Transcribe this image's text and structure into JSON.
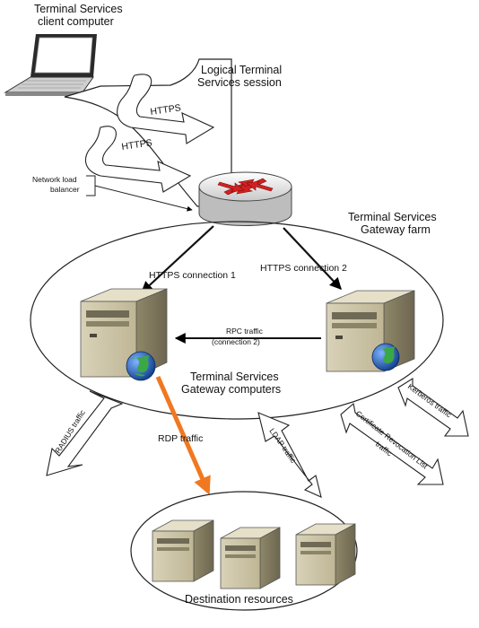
{
  "labels": {
    "client_line1": "Terminal Services",
    "client_line2": "client computer",
    "session_line1": "Logical Terminal",
    "session_line2": "Services session",
    "https_top": "HTTPS",
    "https_bottom": "HTTPS",
    "nlb_line1": "Network load",
    "nlb_line2": "balancer",
    "farm_line1": "Terminal Services",
    "farm_line2": "Gateway farm",
    "conn1": "HTTPS connection 1",
    "conn2": "HTTPS connection 2",
    "rpc_line1": "RPC traffic",
    "rpc_line2": "(connection 2)",
    "gw_line1": "Terminal Services",
    "gw_line2": "Gateway computers",
    "rdp": "RDP traffic",
    "radius": "RADIUS traffic",
    "ldap": "LDAP traffic",
    "crl_line1": "Certificate Revocation List",
    "crl_line2": "traffic",
    "kerberos": "Kerberos traffic",
    "destination": "Destination resources"
  },
  "colors": {
    "rdp_arrow": "#f07820",
    "router_arrows": "#d42020",
    "globe": "#1a5fb4"
  }
}
